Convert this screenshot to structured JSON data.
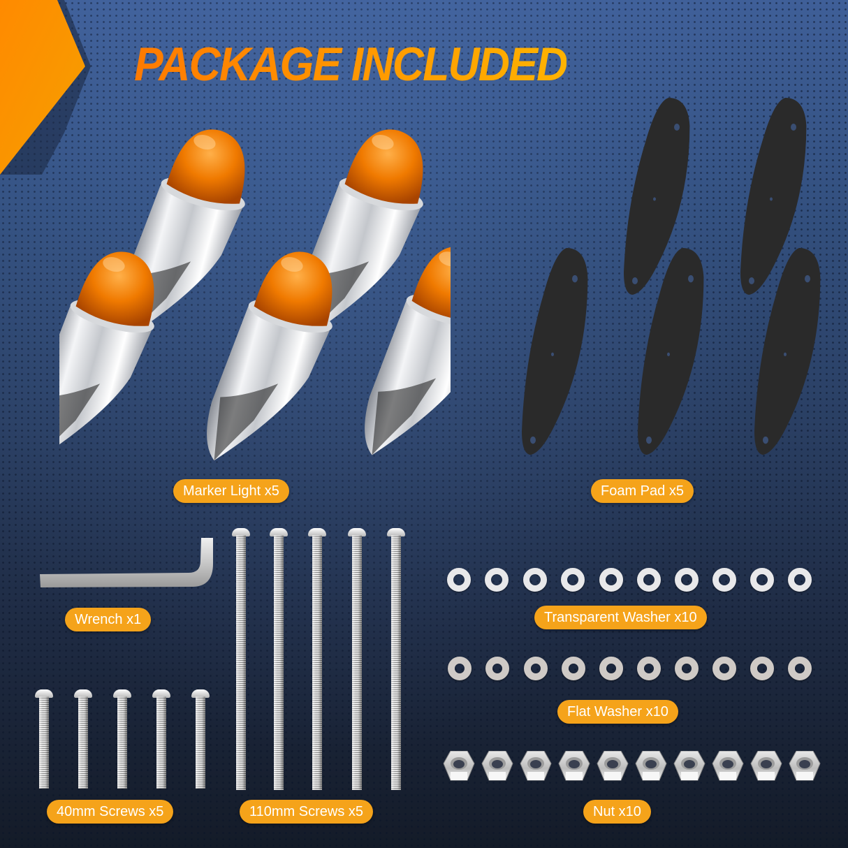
{
  "title": "PACKAGE INCLUDED",
  "colors": {
    "accent_orange": "#ff7a00",
    "accent_yellow": "#ffb300",
    "label_pill": "#f5a31a",
    "background_top": "#3f5f98",
    "background_bottom": "#141b28",
    "lens_amber": "#f07a00",
    "foam_pad": "#2a2a2a"
  },
  "items": [
    {
      "label": "Marker Light x5",
      "name": "Marker Light",
      "quantity": 5
    },
    {
      "label": "Foam Pad x5",
      "name": "Foam Pad",
      "quantity": 5
    },
    {
      "label": "Wrench x1",
      "name": "Wrench",
      "quantity": 1
    },
    {
      "label": "40mm Screws x5",
      "name": "40mm Screws",
      "quantity": 5
    },
    {
      "label": "110mm Screws x5",
      "name": "110mm Screws",
      "quantity": 5
    },
    {
      "label": "Transparent Washer x10",
      "name": "Transparent Washer",
      "quantity": 10
    },
    {
      "label": "Flat Washer x10",
      "name": "Flat Washer",
      "quantity": 10
    },
    {
      "label": "Nut x10",
      "name": "Nut",
      "quantity": 10
    }
  ]
}
